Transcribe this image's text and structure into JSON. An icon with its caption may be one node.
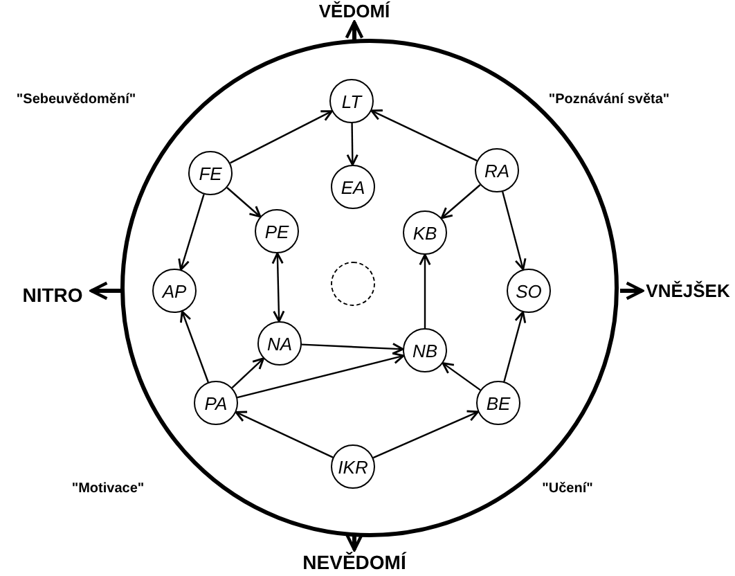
{
  "diagram": {
    "nodes": [
      {
        "text": [],
        "shape": "circle"
      },
      {
        "text": [
          "LT"
        ],
        "in": 0
      },
      {
        "text": [
          "FE"
        ],
        "in": 0
      },
      {
        "text": [
          "EA"
        ],
        "in": 0
      },
      {
        "text": [
          "RA"
        ],
        "in": 0
      },
      {
        "text": [
          "PE"
        ],
        "in": 0
      },
      {
        "text": [
          "KB"
        ],
        "in": 0
      },
      {
        "text": [
          "AP"
        ],
        "in": 0
      },
      {
        "text": [],
        "shape": "circle",
        "in": 0
      },
      {
        "text": [
          "SO"
        ],
        "in": 0
      },
      {
        "text": [
          "NA"
        ],
        "in": 0
      },
      {
        "text": [
          "NB"
        ],
        "in": 0
      },
      {
        "text": [
          "PA"
        ],
        "in": 0
      },
      {
        "text": [
          "BE"
        ],
        "in": 0
      },
      {
        "text": [
          "IKR"
        ],
        "in": 0
      }
    ],
    "edges": [
      {
        "from": 2,
        "to": 1,
        "arrow": "to"
      },
      {
        "from": 4,
        "to": 1,
        "arrow": "to"
      },
      {
        "from": 1,
        "to": 3,
        "arrow": "to"
      },
      {
        "from": 2,
        "to": 5,
        "arrow": "to"
      },
      {
        "from": 2,
        "to": 7,
        "arrow": "to"
      },
      {
        "from": 4,
        "to": 6,
        "arrow": "to"
      },
      {
        "from": 4,
        "to": 9,
        "arrow": "to"
      },
      {
        "from": 5,
        "to": 10,
        "arrow": "both"
      },
      {
        "from": 11,
        "to": 6,
        "arrow": "to"
      },
      {
        "from": 10,
        "to": 11,
        "arrow": "to"
      },
      {
        "from": 12,
        "to": 10,
        "arrow": "to"
      },
      {
        "from": 12,
        "to": 11,
        "arrow": "to"
      },
      {
        "from": 12,
        "to": 7,
        "arrow": "to"
      },
      {
        "from": 13,
        "to": 11,
        "arrow": "to"
      },
      {
        "from": 13,
        "to": 9,
        "arrow": "to"
      },
      {
        "from": 14,
        "to": 12,
        "arrow": "to"
      },
      {
        "from": 14,
        "to": 13,
        "arrow": "to"
      }
    ],
    "labels": [
      "VĚDOMÍ",
      "\"Sebeuvědomění\"",
      "\"Poznávání světa\"",
      "NITRO",
      "VNĚJŠEK",
      "\"Motivace\"",
      "\"Učení\"",
      "NEVĚDOMÍ"
    ]
  }
}
